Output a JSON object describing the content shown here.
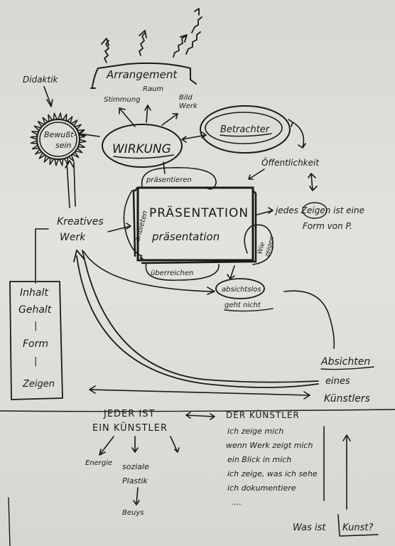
{
  "colors": {
    "paper": "#e1dfda",
    "ink": "#1a1a1a"
  },
  "nodes": {
    "didaktik": "Didaktik",
    "arrangement": "Arrangement",
    "raum": "Raum",
    "stimmung": "Stimmung",
    "bild_werk": [
      "Bild",
      "Werk"
    ],
    "bewusstsein": [
      "Bewußt-",
      "sein"
    ],
    "wirkung": "WIRKUNG",
    "betrachter": "Betrachter",
    "oeffentlichkeit": "Öffentlichkeit",
    "praesentieren": "präsentieren",
    "anbieten": "anbieten",
    "praesentation_title": "PRÄSENTATION",
    "praesentation_sub": "präsentation",
    "zeigen_side": [
      "Wie",
      "zeigen"
    ],
    "ueberreichen": "überreichen",
    "jedes_zeigen": [
      "jedes Zeigen ist eine",
      "Form von P."
    ],
    "kreatives_werk": [
      "Kreatives",
      "Werk"
    ],
    "absichtslos": [
      "absichtslos",
      "geht nicht"
    ],
    "inhalt_list": [
      "Inhalt",
      "Gehalt",
      "|",
      "Form",
      "|",
      "Zeigen"
    ],
    "absichten": [
      "Absichten",
      "eines",
      "Künstlers"
    ],
    "jeder": [
      "JEDER IST",
      "EIN KÜNSTLER"
    ],
    "energie": "Energie",
    "soziale_plastik": [
      "soziale",
      "Plastik"
    ],
    "beuys": "Beuys",
    "der_kuenstler": [
      "DER KÜNSTLER",
      "ich zeige mich",
      "wenn Werk zeigt mich",
      "ein Blick in mich",
      "ich zeige, was ich sehe",
      "ich dokumentiere",
      "...."
    ],
    "was_ist": "Was ist",
    "kunst": "Kunst?"
  }
}
